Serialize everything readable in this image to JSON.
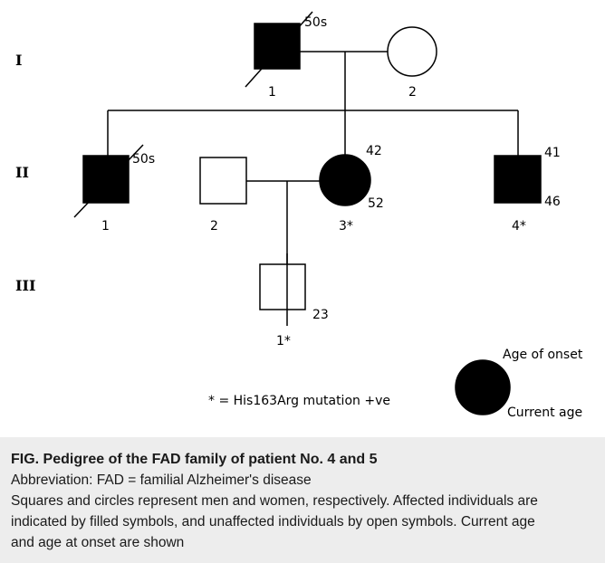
{
  "generations": [
    "I",
    "II",
    "III"
  ],
  "individuals": {
    "I_1": {
      "number": "1",
      "onset": "50s",
      "sex": "male",
      "affected": true,
      "deceased": true
    },
    "I_2": {
      "number": "2",
      "sex": "female",
      "affected": false
    },
    "II_1": {
      "number": "1",
      "onset": "50s",
      "sex": "male",
      "affected": true,
      "deceased": true
    },
    "II_2": {
      "number": "2",
      "sex": "male",
      "affected": false
    },
    "II_3": {
      "number": "3*",
      "onset": "42",
      "current_age": "52",
      "sex": "female",
      "affected": true
    },
    "II_4": {
      "number": "4*",
      "onset": "41",
      "current_age": "46",
      "sex": "male",
      "affected": true
    },
    "III_1": {
      "number": "1*",
      "current_age": "23",
      "sex": "male",
      "affected": false
    }
  },
  "legend": {
    "age_of_onset": "Age of onset",
    "current_age": "Current age",
    "mutation_note": "* = His163Arg mutation +ve"
  },
  "caption": {
    "title": "FIG.  Pedigree of the FAD family of patient No. 4 and 5",
    "abbreviation": "Abbreviation: FAD = familial Alzheimer's disease",
    "line1": "Squares and circles represent men and women, respectively.  Affected individuals are",
    "line2": "indicated by filled symbols, and unaffected individuals by open symbols. Current age",
    "line3": "and age at onset are shown"
  },
  "colors": {
    "affected": "#000000",
    "unaffected": "#ffffff",
    "line": "#000000",
    "caption_bg": "#ededed"
  }
}
